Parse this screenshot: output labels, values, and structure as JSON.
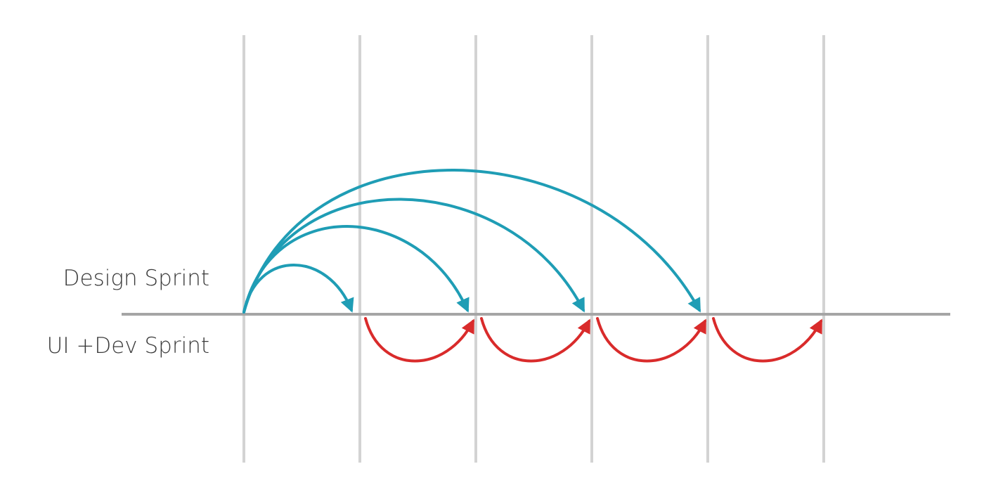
{
  "labels": {
    "design_sprint": "Design Sprint",
    "ui_dev_sprint": "UI +Dev Sprint"
  },
  "colors": {
    "background": "#ffffff",
    "gridline": "#d3d3d3",
    "timeline": "#a5a5a5",
    "design_arrow": "#1f9db5",
    "dev_arrow": "#d92b2b",
    "text": "#3a3a3a"
  },
  "sprint_count": 6,
  "design_arrows": [
    {
      "from": 0,
      "to": 1
    },
    {
      "from": 0,
      "to": 2
    },
    {
      "from": 0,
      "to": 3
    },
    {
      "from": 0,
      "to": 4
    }
  ],
  "dev_arrows": [
    {
      "from": 1,
      "to": 2
    },
    {
      "from": 2,
      "to": 3
    },
    {
      "from": 3,
      "to": 4
    },
    {
      "from": 4,
      "to": 5
    }
  ]
}
